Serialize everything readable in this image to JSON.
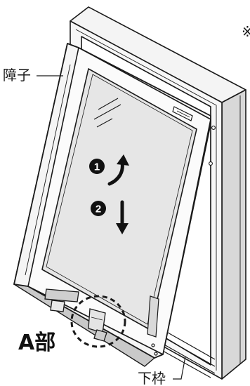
{
  "labels": {
    "sash": "障子",
    "bottom_frame": "下枠",
    "part_a": "A部",
    "edge_mark": "※"
  },
  "steps": [
    {
      "number": "1",
      "direction": "up",
      "icon": "arrow-up-curved-icon"
    },
    {
      "number": "2",
      "direction": "down",
      "icon": "arrow-down-icon"
    }
  ],
  "colors": {
    "line": "#1a1a1a",
    "glass": "#e6e6e6",
    "frame_face": "#f4f4f4",
    "frame_shadow": "#cfcfcf",
    "badge": "#111111"
  }
}
